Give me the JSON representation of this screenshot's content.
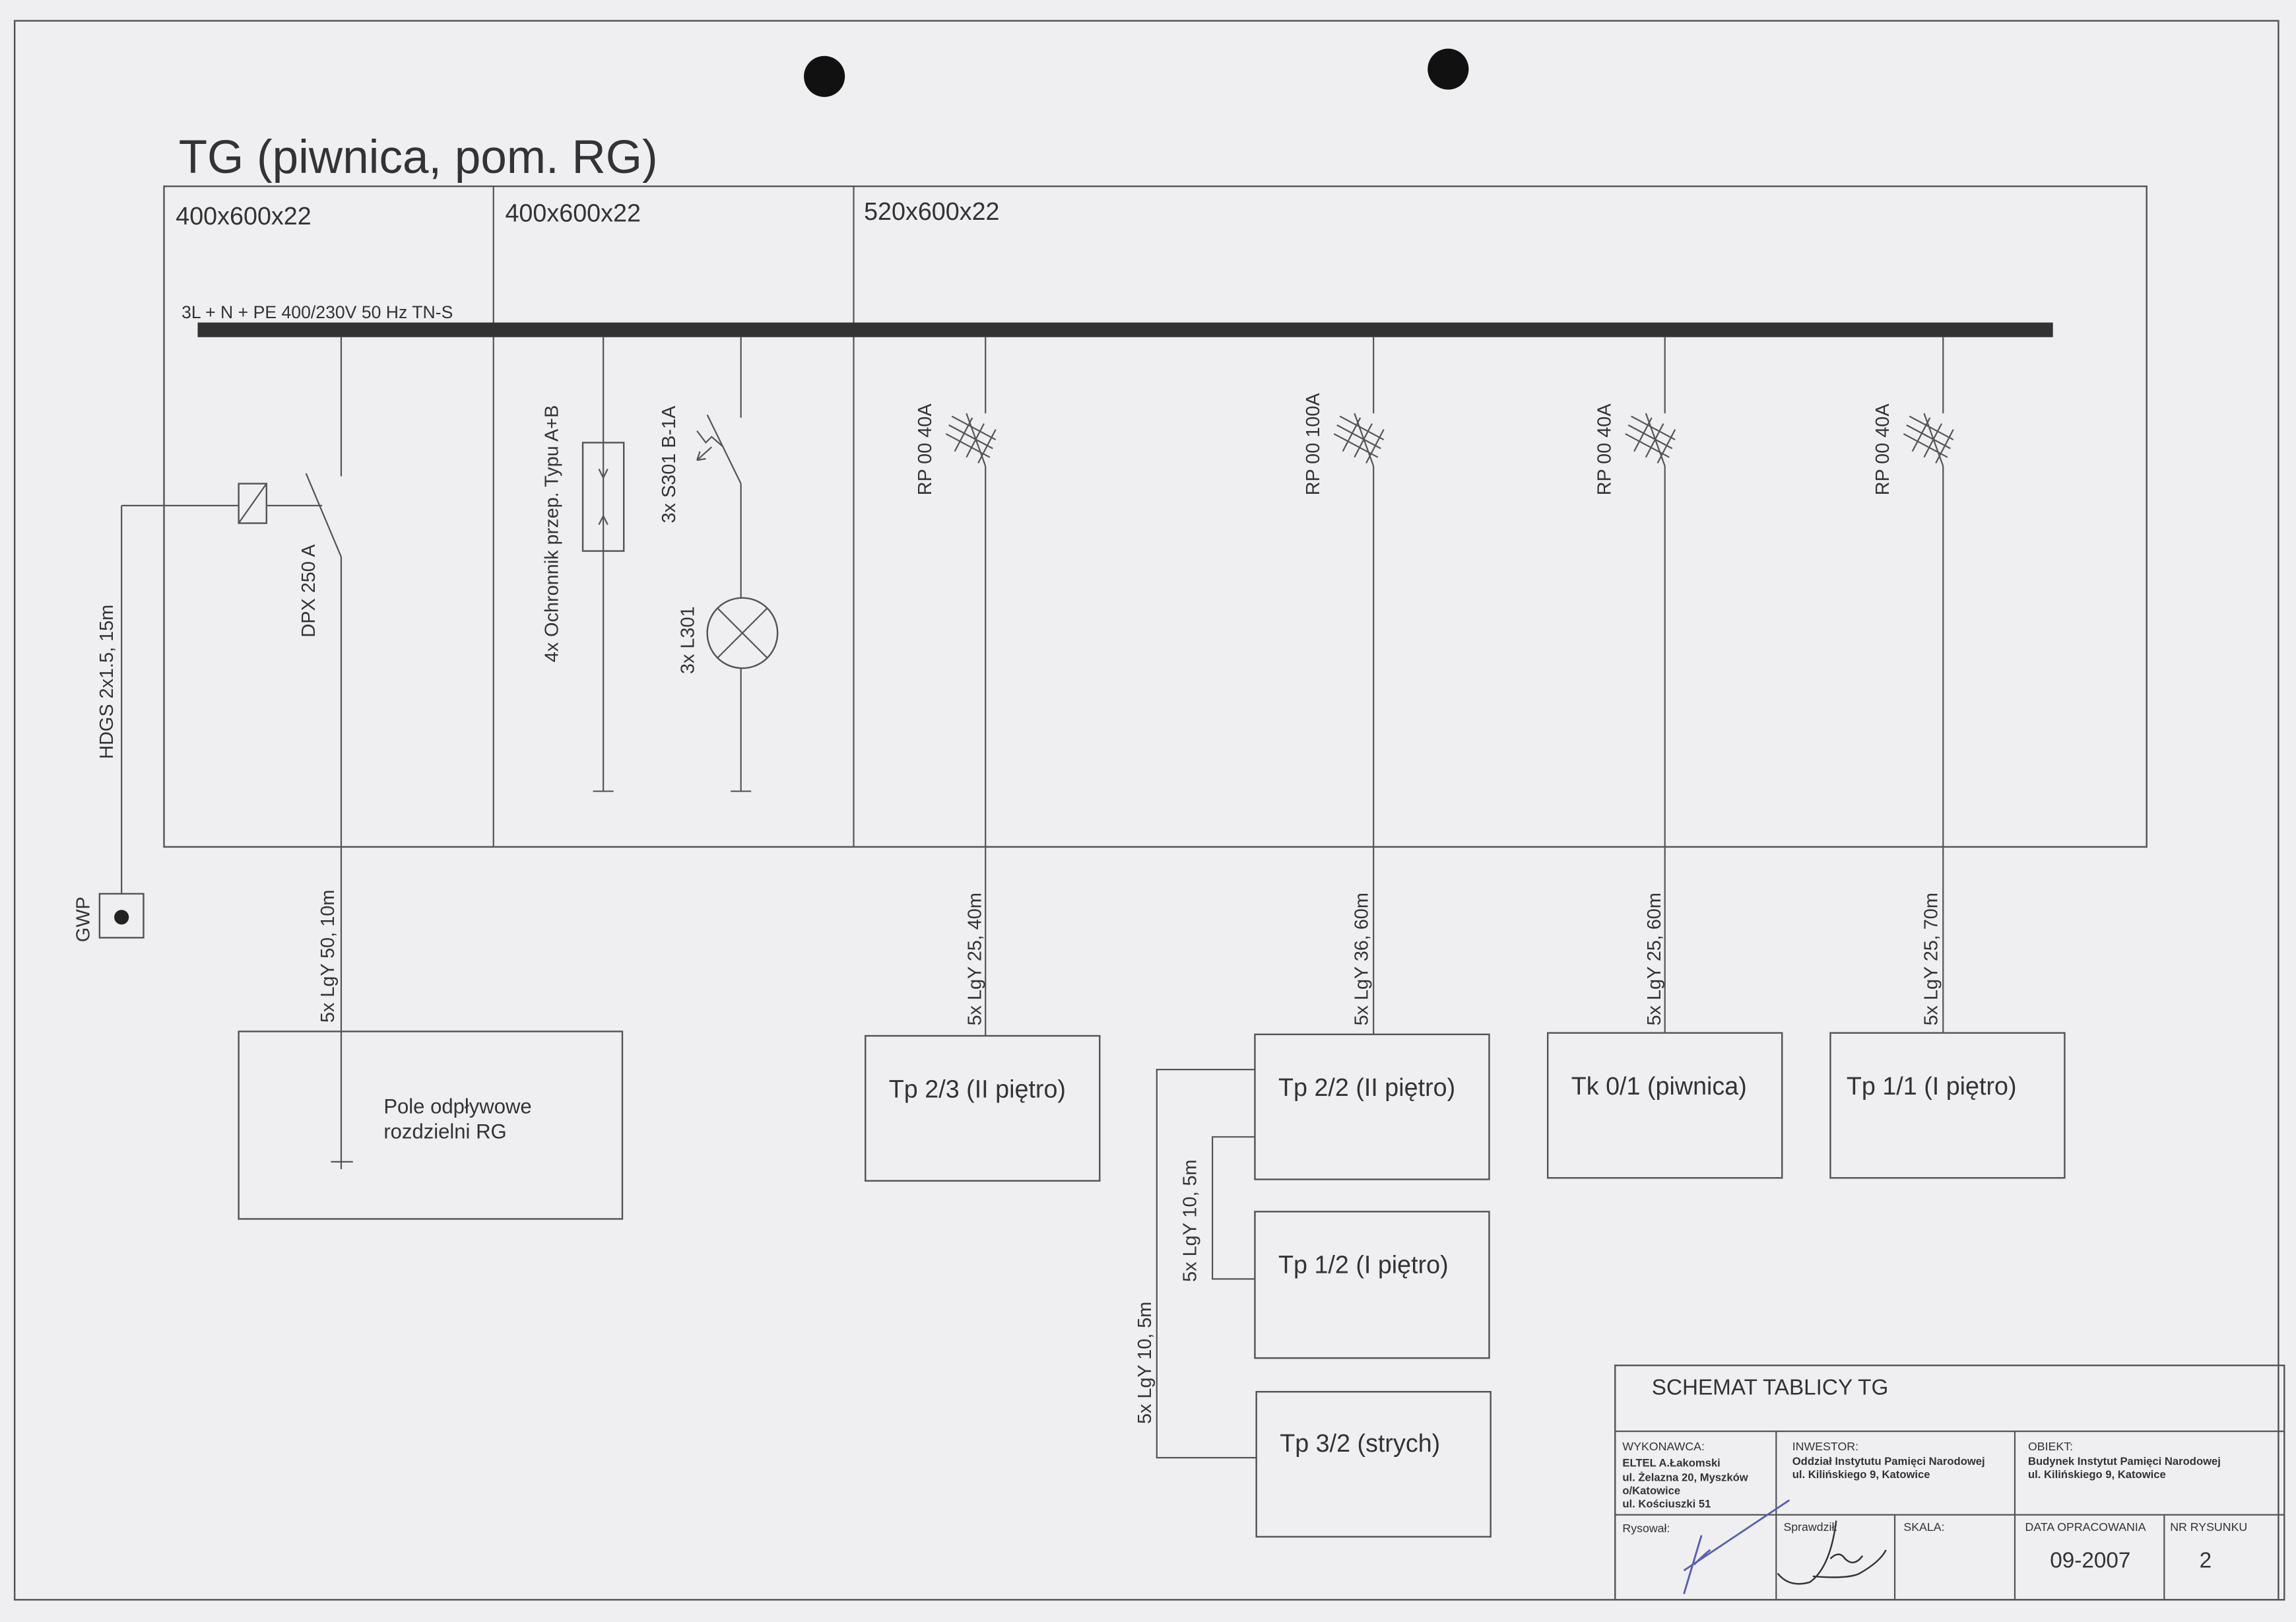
{
  "title": "TG (piwnica, pom. RG)",
  "sections": [
    "400x600x22",
    "400x600x22",
    "520x600x22"
  ],
  "bus_label": "3L + N + PE 400/230V 50 Hz TN-S",
  "main_switch": {
    "label": "DPX 250 A",
    "trip_cable": "HDGS 2x1.5, 15m",
    "ground": "GWP",
    "cable": "5x LgY 50, 10m"
  },
  "surge_protector": "4x Ochronnik przep. Typu A+B",
  "lamp_breaker": "3x S301 B-1A",
  "lamp": "3x L301",
  "feeders": [
    {
      "fuse": "RP 00 40A",
      "cable": "5x LgY 25, 40m",
      "target": "Tp 2/3 (II piętro)"
    },
    {
      "fuse": "RP 00 100A",
      "cable": "5x LgY 36, 60m",
      "target": "Tp 2/2 (II piętro)"
    },
    {
      "fuse": "RP 00 40A",
      "cable": "5x LgY 25, 60m",
      "target": "Tk 0/1 (piwnica)"
    },
    {
      "fuse": "RP 00 40A",
      "cable": "5x LgY 25, 70m",
      "target": "Tp 1/1 (I piętro)"
    }
  ],
  "outgoing_box": {
    "line1": "Pole odpływowe",
    "line2": "rozdzielni RG"
  },
  "sub_boards": [
    {
      "cable": "5x LgY 10, 5m",
      "target": "Tp 1/2 (I piętro)"
    },
    {
      "cable": "5x LgY 10, 5m",
      "target": "Tp 3/2 (strych)"
    }
  ],
  "title_block": {
    "heading": "SCHEMAT TABLICY TG",
    "wykonawca_label": "WYKONAWCA:",
    "wykonawca": [
      "ELTEL A.Łakomski",
      "ul. Żelazna 20, Myszków",
      "o/Katowice",
      "ul. Kościuszki 51"
    ],
    "inwestor_label": "INWESTOR:",
    "inwestor": [
      "Oddział Instytutu Pamięci Narodowej",
      "ul. Kilińskiego 9, Katowice"
    ],
    "obiekt_label": "OBIEKT:",
    "obiekt": [
      "Budynek Instytut Pamięci Narodowej",
      "ul. Kilińskiego 9, Katowice"
    ],
    "rysowal_label": "Rysował:",
    "sprawdzil_label": "Sprawdził:",
    "skala_label": "SKALA:",
    "data_label": "DATA OPRACOWANIA",
    "data": "09-2007",
    "nr_label": "NR RYSUNKU",
    "nr": "2"
  }
}
